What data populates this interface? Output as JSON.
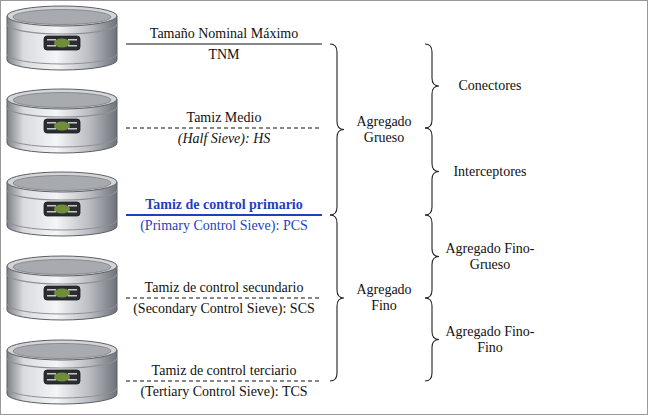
{
  "diagram": {
    "labels": [
      "Tamaño Nominal Máximo",
      "TNM",
      "Tamiz Medio",
      "(Half Sieve): HS",
      "Tamiz de control primario",
      "(Primary Control Sieve): PCS",
      "Tamiz de control secundario",
      "(Secondary Control Sieve): SCS",
      "Tamiz de control terciario",
      "(Tertiary Control Sieve): TCS",
      "Agregado Grueso",
      "Agregado Fino",
      "Conectores",
      "Interceptores",
      "Agregado Fino-Grueso",
      "Agregado Fino-Fino"
    ]
  }
}
